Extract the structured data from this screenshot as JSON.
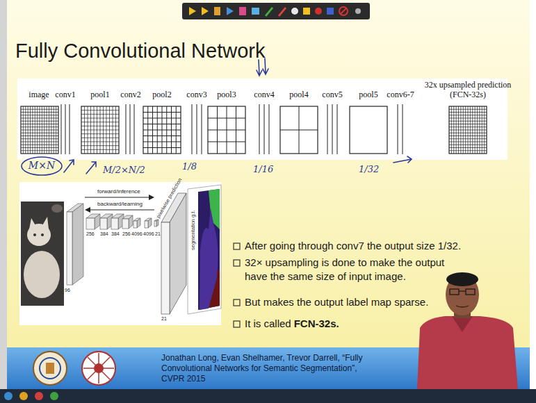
{
  "diagram": {
    "title": "Fully Convolutional Network",
    "labels": [
      "image",
      "conv1",
      "pool1",
      "conv2",
      "pool2",
      "conv3",
      "pool3",
      "conv4",
      "pool4",
      "conv5",
      "pool5",
      "conv6-7",
      "32x upsampled prediction (FCN-32s)",
      "M×N",
      "M/2×N/2",
      "1/8",
      "1/16",
      "1/32",
      "forward/inference",
      "backward/learning",
      "pixelwise prediction",
      "segmentation g.t.",
      "96",
      "256",
      "384",
      "384",
      "256",
      "4096",
      "4096",
      "21",
      "21",
      "After going through conv7 the output size 1/32.",
      "32× upsampling is done to make the output have the same size of input image.",
      "But makes the output label map sparse.",
      "It is called",
      "FCN-32s.",
      "Jonathan Long, Evan Shelhamer, Trevor Darrell, “Fully Convolutional Networks for Semantic Segmentation”, CVPR 2015"
    ]
  }
}
